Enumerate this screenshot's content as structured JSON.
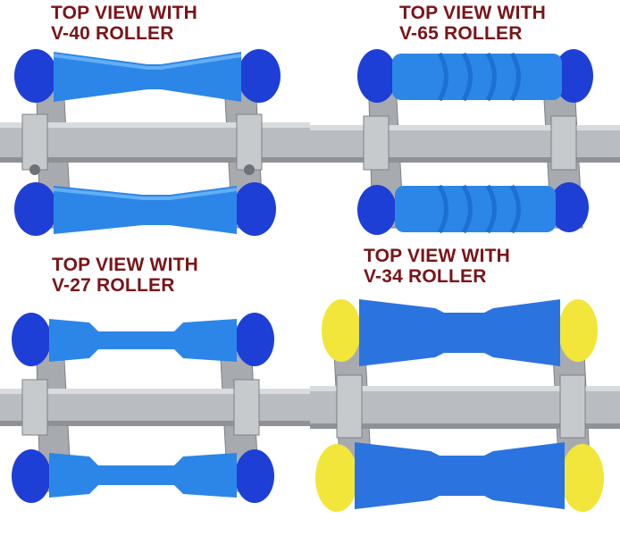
{
  "panels": [
    {
      "line1": "TOP VIEW WITH",
      "line2": "V-40 ROLLER",
      "roller_style": "v-shape",
      "wheel_color": "#1d3fd6",
      "roller_color": "#2b86e8"
    },
    {
      "line1": "TOP VIEW WITH",
      "line2": "V-65 ROLLER",
      "roller_style": "ribbed",
      "wheel_color": "#1d3fd6",
      "roller_color": "#2b86e8"
    },
    {
      "line1": "TOP VIEW WITH",
      "line2": "V-27 ROLLER",
      "roller_style": "stepped",
      "wheel_color": "#1d3fd6",
      "roller_color": "#2b86e8"
    },
    {
      "line1": "TOP VIEW WITH",
      "line2": "V-34 ROLLER",
      "roller_style": "v-shape",
      "wheel_color": "#f3e63b",
      "roller_color": "#2b73df"
    }
  ],
  "colors": {
    "caption": "#7a1418",
    "steel": "#b9bdc2",
    "background": "#ffffff"
  }
}
